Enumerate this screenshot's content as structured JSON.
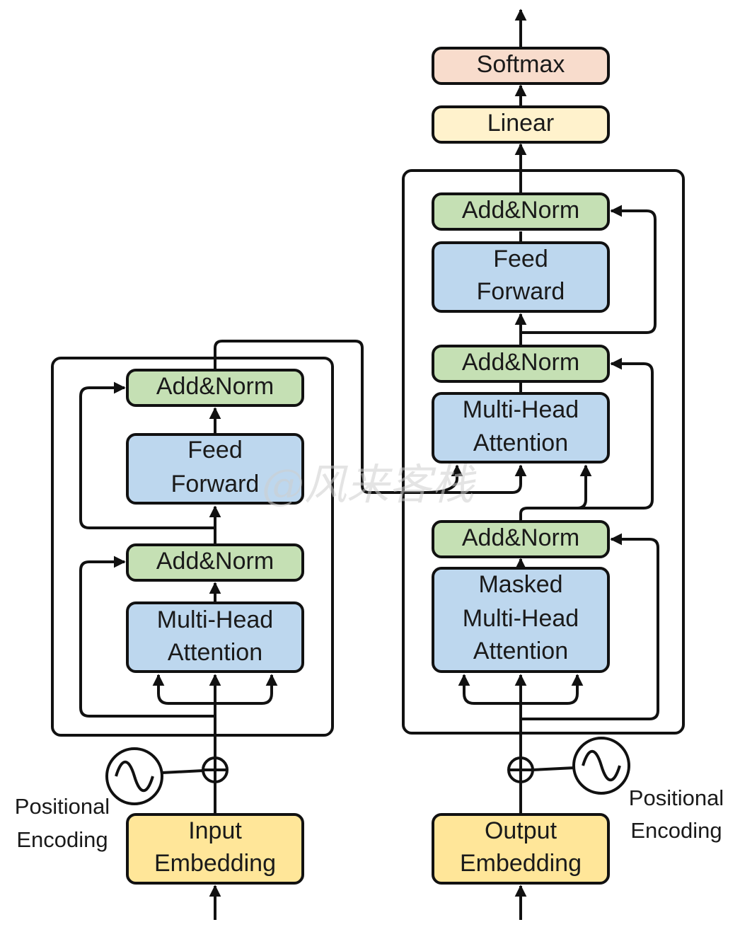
{
  "encoder": {
    "add_norm_top": "Add&Norm",
    "feed_forward": [
      "Feed",
      "Forward"
    ],
    "add_norm_bottom": "Add&Norm",
    "multi_head_attention": [
      "Multi-Head",
      "Attention"
    ],
    "input_embedding": [
      "Input",
      "Embedding"
    ],
    "positional_encoding": [
      "Positional",
      "Encoding"
    ]
  },
  "decoder": {
    "softmax": "Softmax",
    "linear": "Linear",
    "add_norm_top": "Add&Norm",
    "feed_forward": [
      "Feed",
      "Forward"
    ],
    "add_norm_mid": "Add&Norm",
    "multi_head_attention": [
      "Multi-Head",
      "Attention"
    ],
    "add_norm_bottom": "Add&Norm",
    "masked_attention": [
      "Masked",
      "Multi-Head",
      "Attention"
    ],
    "output_embedding": [
      "Output",
      "Embedding"
    ],
    "positional_encoding": [
      "Positional",
      "Encoding"
    ]
  },
  "watermark": "@风来客栈",
  "colors": {
    "add_norm": "#c5e0b4",
    "block": "#bdd7ee",
    "embedding": "#ffe699",
    "linear": "#fff2cc",
    "softmax": "#f8dccc",
    "stroke": "#111111"
  }
}
